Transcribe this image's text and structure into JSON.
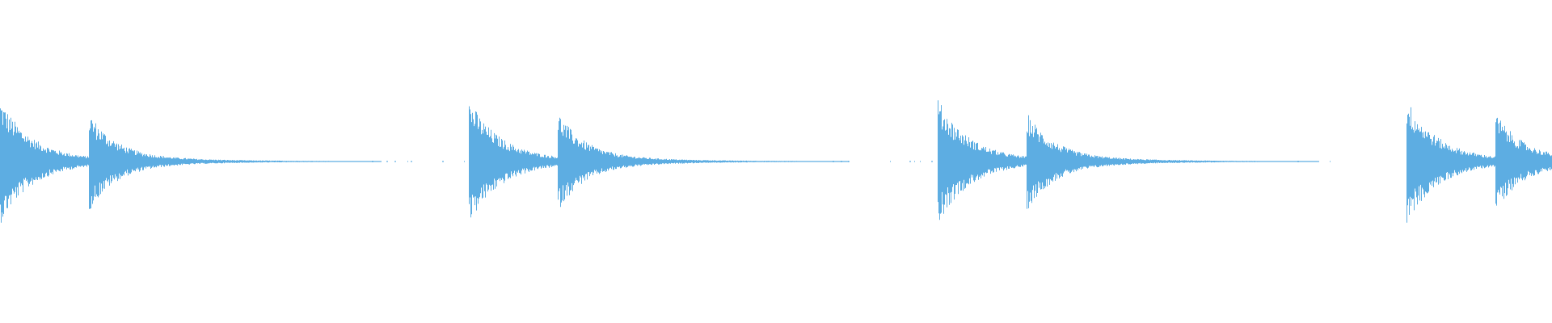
{
  "waveform": {
    "color": "#5dade2",
    "background": "#ffffff",
    "pattern": {
      "repeats": 4,
      "events_per_repeat": [
        {
          "strike": "primary",
          "peak": 0.62,
          "decay": "fast"
        },
        {
          "strike": "secondary",
          "peak": 0.46,
          "decay": "long"
        }
      ]
    }
  }
}
